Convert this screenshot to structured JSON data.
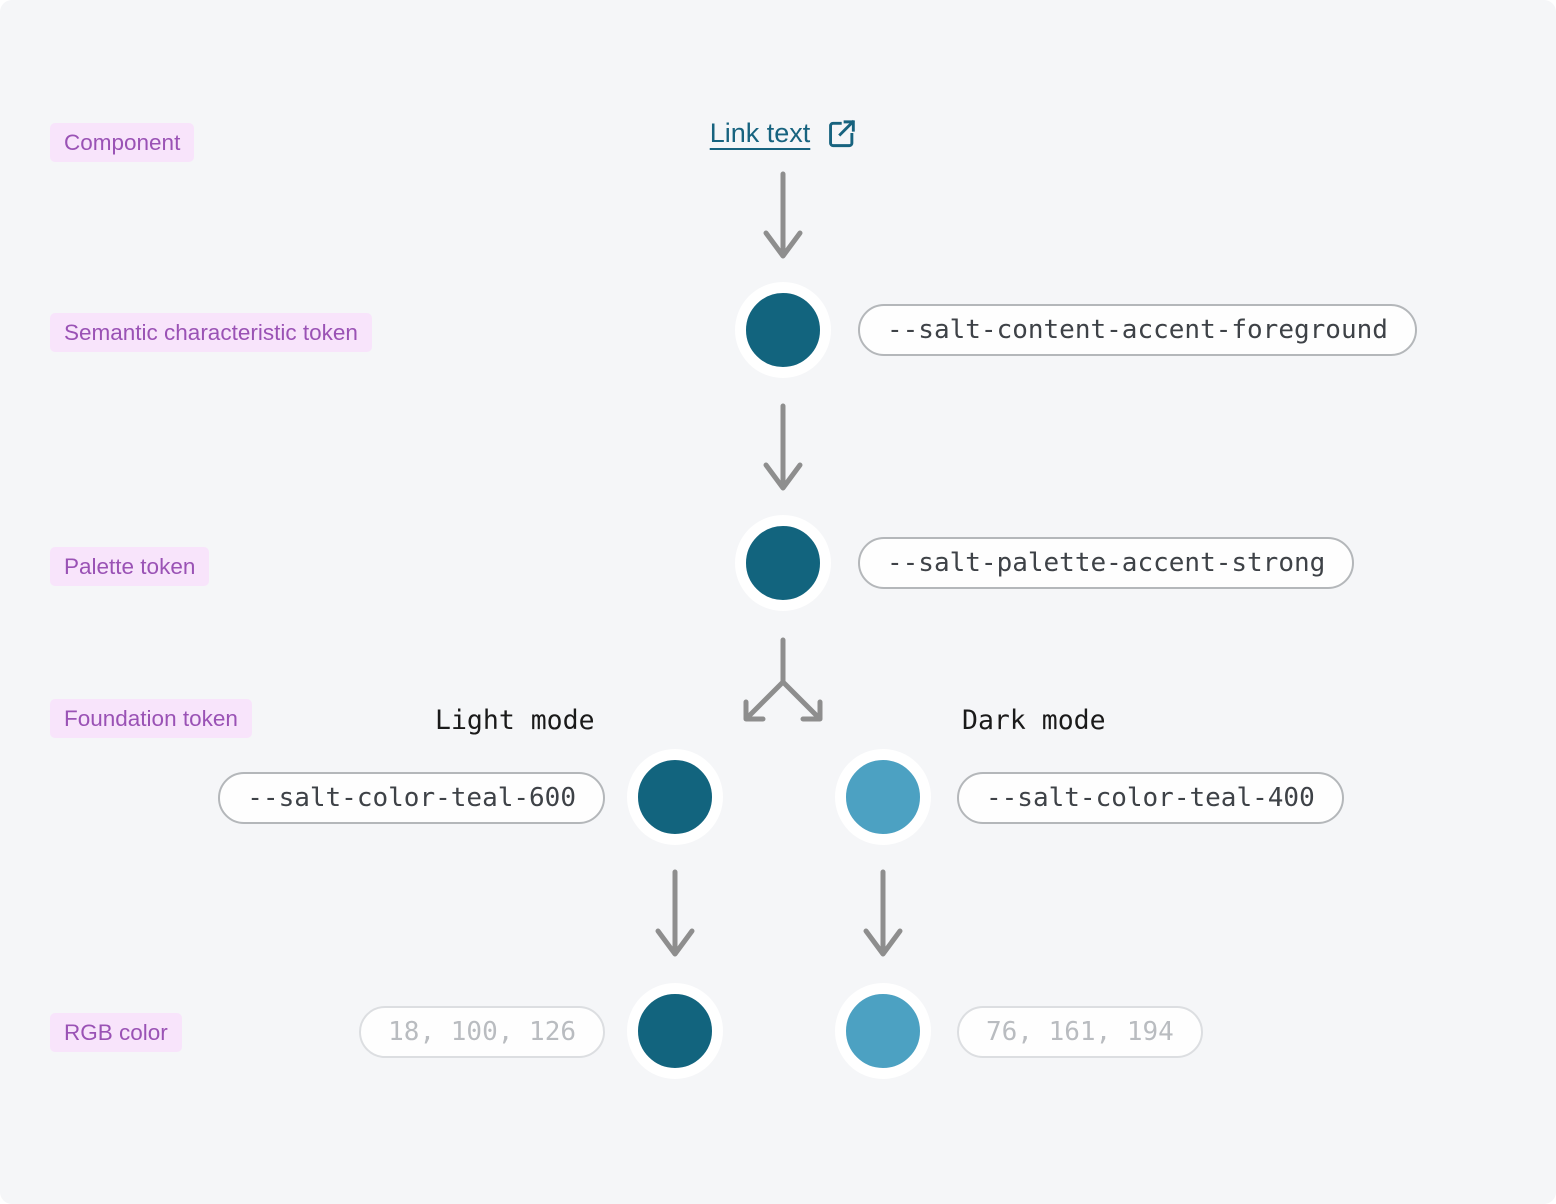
{
  "diagram": {
    "title_hint": "Design token resolution flow",
    "row_labels": {
      "component": "Component",
      "semantic": "Semantic characteristic token",
      "palette": "Palette token",
      "foundation": "Foundation token",
      "rgb": "RGB color"
    },
    "link": {
      "text": "Link text",
      "icon": "external-link-icon"
    },
    "modes": {
      "light": "Light mode",
      "dark": "Dark mode"
    },
    "tokens": {
      "semantic": "--salt-content-accent-foreground",
      "palette": "--salt-palette-accent-strong",
      "foundation_light": "--salt-color-teal-600",
      "foundation_dark": "--salt-color-teal-400"
    },
    "rgb_values": {
      "light": "18, 100, 126",
      "dark": "76, 161, 194"
    },
    "colors": {
      "teal_600": "#12647E",
      "teal_400": "#4CA1C2",
      "link": "#17637F",
      "label_bg": "#F8E4FB",
      "label_text": "#9A52B5",
      "arrow": "#8E8E8E",
      "canvas_bg": "#F5F6F8",
      "pill_border": "#B4B7BA",
      "pill_text": "#3E4247",
      "muted_pill_border": "#DCDEE1",
      "muted_pill_text": "#B9BCC0"
    }
  }
}
